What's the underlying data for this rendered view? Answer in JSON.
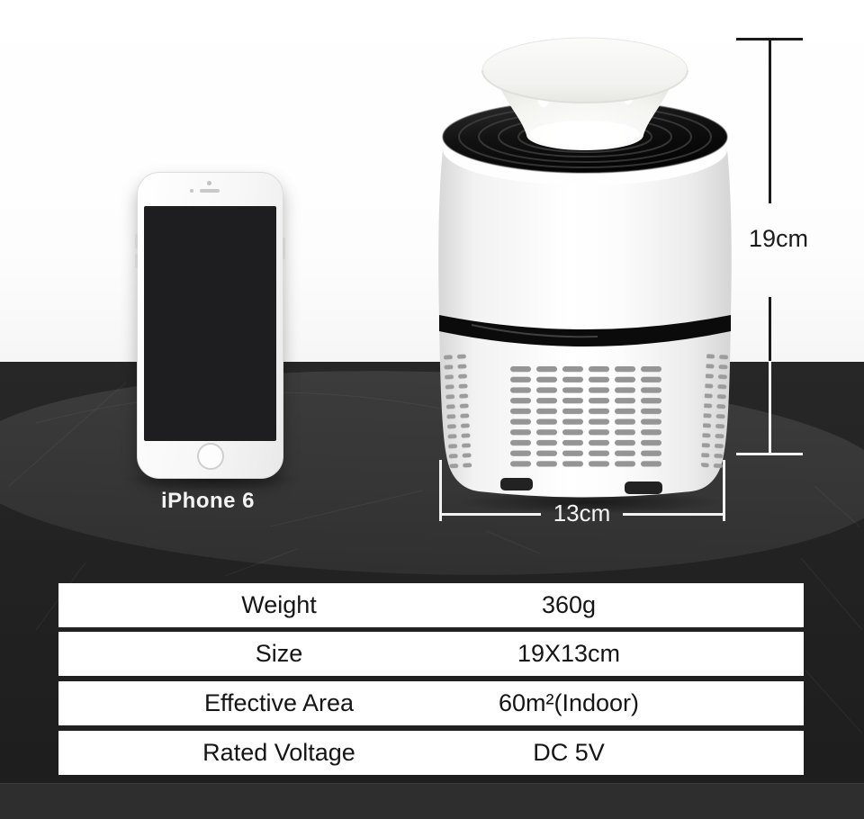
{
  "scene": {
    "phone_label": "iPhone 6",
    "height_label": "19cm",
    "width_label": "13cm"
  },
  "spec_table": {
    "rows": [
      {
        "label": "Weight",
        "value": "360g"
      },
      {
        "label": "Size",
        "value": "19X13cm"
      },
      {
        "label": "Effective Area",
        "value": "60m²(Indoor)"
      },
      {
        "label": "Rated Voltage",
        "value": "DC 5V"
      }
    ]
  },
  "colors": {
    "backdrop_white": "#ffffff",
    "floor_dark": "#222222",
    "platform_gray": "#363636",
    "table_row_bg": "#ffffff",
    "text_dark": "#151515",
    "text_light": "#f3f3f3",
    "lamp_band_black": "#0b0b0b",
    "vent_gray": "#959595"
  }
}
